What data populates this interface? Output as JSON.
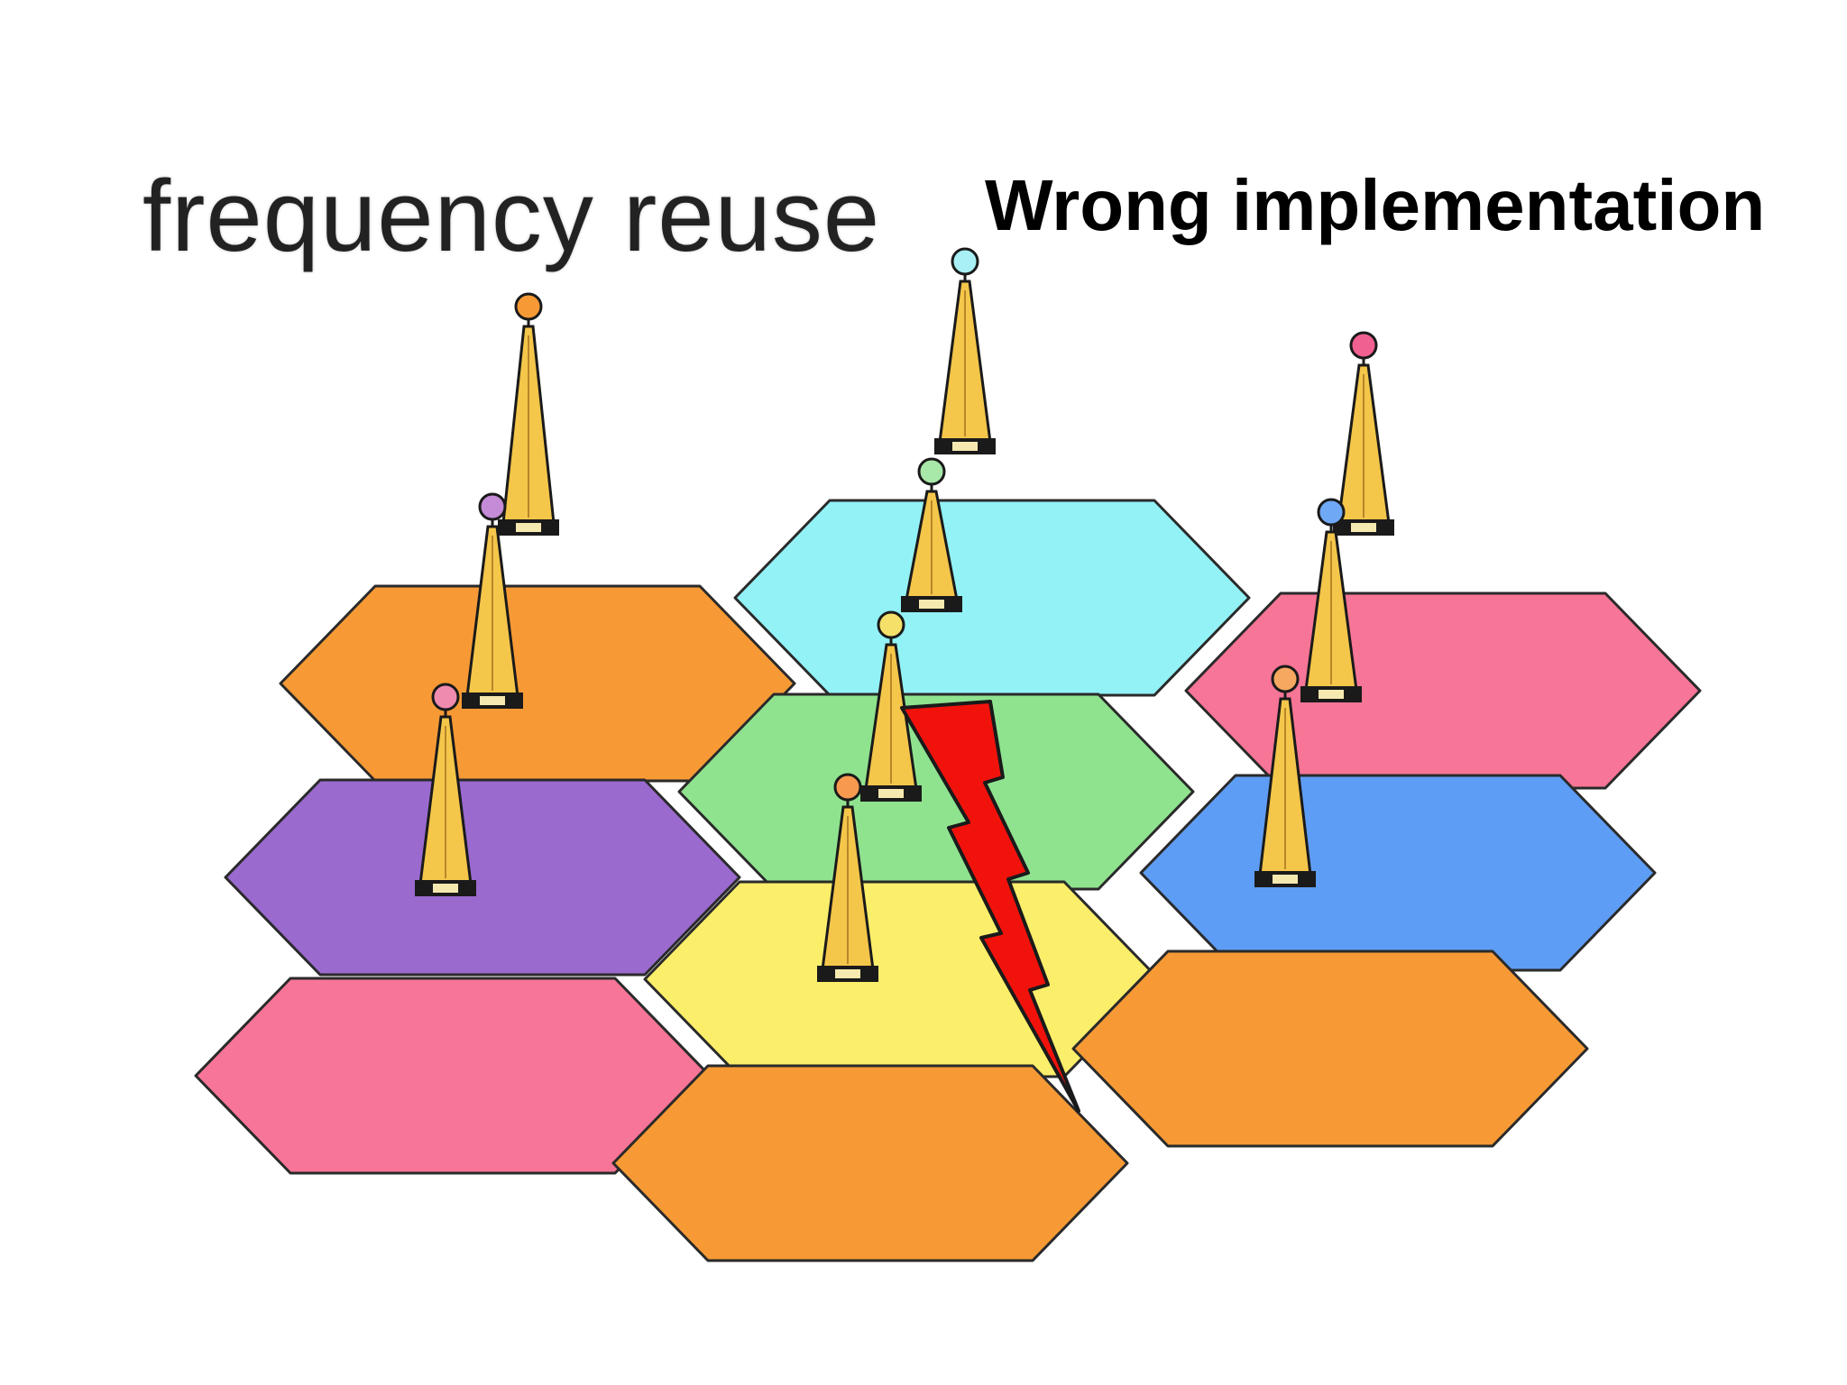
{
  "title_left": "frequency reuse",
  "title_right": "Wrong implementation",
  "colors": {
    "orange": "#F79A35",
    "cyan": "#92F2F6",
    "pink": "#F77596",
    "green": "#8FE38F",
    "purple": "#9A6ACF",
    "blue": "#5E9DF5",
    "yellow": "#FBEE6A",
    "tower": "#F4C64A",
    "lightning": "#F2120C"
  },
  "cells": [
    {
      "name": "cell-orange-top-left",
      "color": "orange"
    },
    {
      "name": "cell-cyan-top",
      "color": "cyan"
    },
    {
      "name": "cell-pink-top-right",
      "color": "pink"
    },
    {
      "name": "cell-purple-left",
      "color": "purple"
    },
    {
      "name": "cell-green-center",
      "color": "green"
    },
    {
      "name": "cell-blue-right",
      "color": "blue"
    },
    {
      "name": "cell-pink-bottom-left",
      "color": "pink"
    },
    {
      "name": "cell-yellow-center",
      "color": "yellow"
    },
    {
      "name": "cell-orange-bottom-right",
      "color": "orange"
    },
    {
      "name": "cell-orange-bottom",
      "color": "orange"
    }
  ],
  "towers": [
    {
      "name": "tower-orange-top-left",
      "bulb_color": "#F79A35"
    },
    {
      "name": "tower-purple-left",
      "bulb_color": "#C48BD6"
    },
    {
      "name": "tower-pink-bottom-left",
      "bulb_color": "#F08BB0"
    },
    {
      "name": "tower-cyan-top",
      "bulb_color": "#A8F0F5"
    },
    {
      "name": "tower-green-center",
      "bulb_color": "#A8E8A8"
    },
    {
      "name": "tower-yellow-center",
      "bulb_color": "#F5E06A"
    },
    {
      "name": "tower-orange-bottom",
      "bulb_color": "#F79A50"
    },
    {
      "name": "tower-pink-top-right",
      "bulb_color": "#F06090"
    },
    {
      "name": "tower-blue-right",
      "bulb_color": "#6FA8F5"
    },
    {
      "name": "tower-orange-bottom-right",
      "bulb_color": "#F7A860"
    }
  ]
}
